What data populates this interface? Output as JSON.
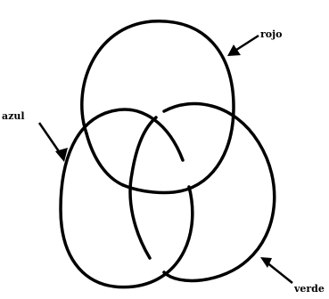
{
  "labels": {
    "top": "rojo",
    "left": "azul",
    "bottom_right": "verde"
  },
  "colors": {
    "stroke": "#000000",
    "background": "#ffffff"
  }
}
